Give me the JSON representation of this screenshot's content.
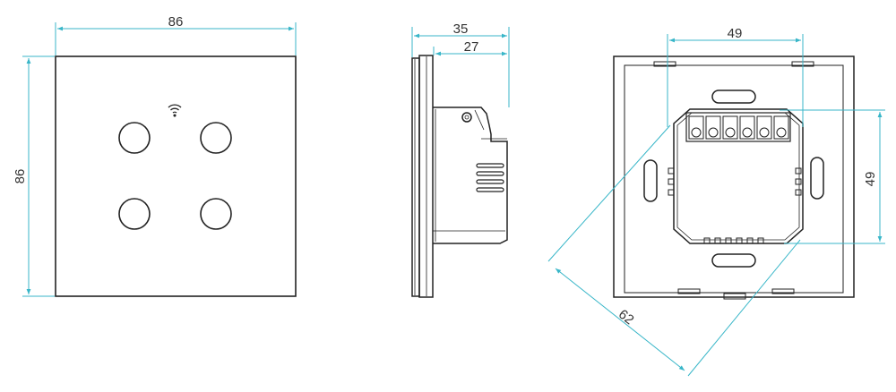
{
  "front_view": {
    "width_label": "86",
    "height_label": "86",
    "wifi_icon": "wifi-icon",
    "button_count": 4
  },
  "side_view": {
    "overall_depth_label": "35",
    "body_depth_label": "27"
  },
  "back_view": {
    "box_width_label": "49",
    "box_height_label": "49",
    "diagonal_label": "62",
    "terminal_count": 6
  },
  "colors": {
    "outline": "#222222",
    "dimension": "#38b6c8",
    "text": "#333333"
  }
}
